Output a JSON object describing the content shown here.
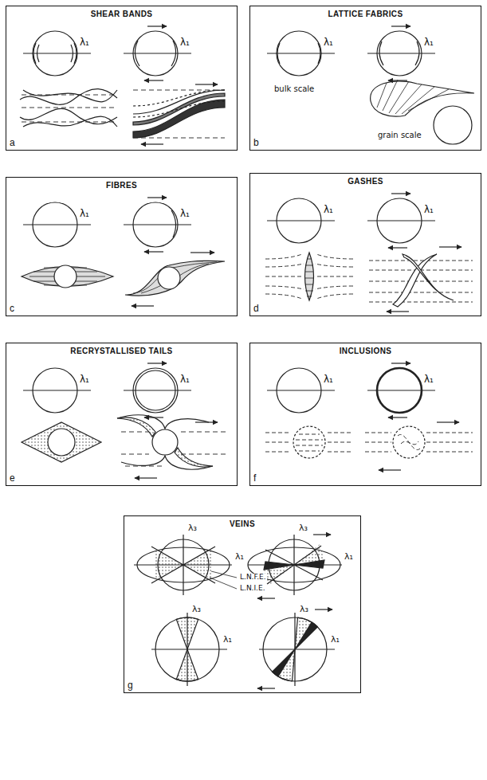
{
  "diagram": {
    "nodes": [
      {
        "text": [
          "SHEAR BANDS",
          "a"
        ]
      },
      {
        "text": [
          "LATTICE FABRICS",
          "b"
        ]
      },
      {
        "text": [
          "FIBRES",
          "c"
        ]
      },
      {
        "text": [
          "GASHES",
          "d"
        ]
      },
      {
        "text": [
          "RECRYSTALLISED TAILS",
          "e"
        ]
      },
      {
        "text": [
          "INCLUSIONS",
          "f"
        ]
      },
      {
        "text": [
          "VEINS",
          "g"
        ]
      }
    ],
    "labels": [
      "λ₁",
      "λ₁",
      "λ₁",
      "λ₁",
      "bulk scale",
      "grain scale",
      "λ₁",
      "λ₁",
      "λ₁",
      "λ₁",
      "λ₁",
      "λ₁",
      "λ₁",
      "λ₁",
      "λ₃",
      "λ₁",
      "λ₃",
      "λ₁",
      "L.N.F.E.",
      "L.N.I.E.",
      "λ₃",
      "λ₁",
      "λ₃",
      "λ₁"
    ]
  }
}
